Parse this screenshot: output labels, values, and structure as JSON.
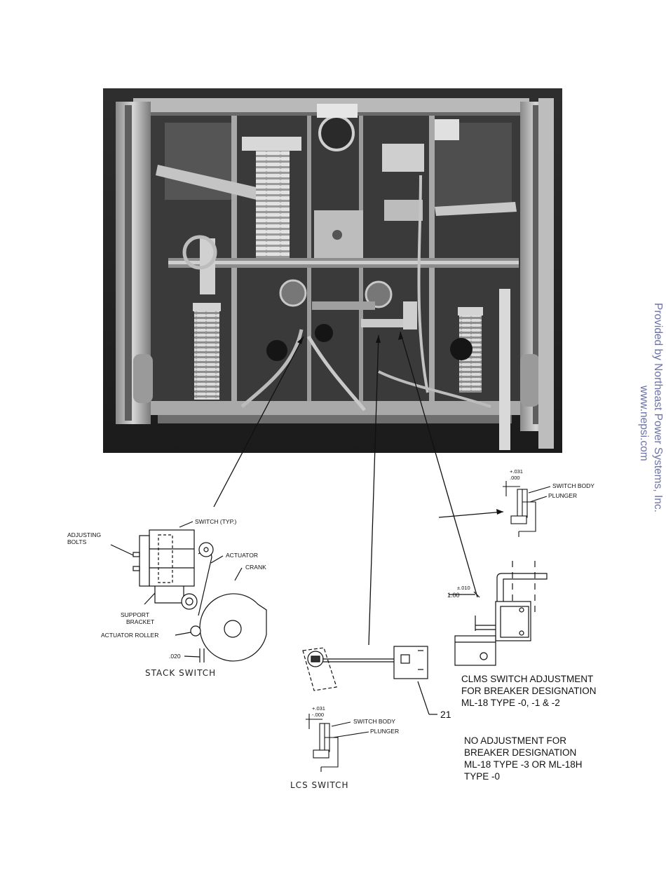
{
  "stack_switch": {
    "title": "STACK SWITCH",
    "labels": {
      "switch": "SWITCH (TYP.)",
      "adjusting_bolts_1": "ADJUSTING",
      "adjusting_bolts_2": "BOLTS",
      "actuator": "ACTUATOR",
      "crank": "CRANK",
      "support_bracket_1": "SUPPORT",
      "support_bracket_2": "BRACKET",
      "actuator_roller": "ACTUATOR ROLLER",
      "gap": ".020"
    }
  },
  "lcs_switch": {
    "title": "LCS SWITCH",
    "callout": "21",
    "tol_plus": "+.031",
    "tol_minus": "-.000",
    "switch_body": "SWITCH BODY",
    "plunger": "PLUNGER"
  },
  "top_right_detail": {
    "tol_plus": "+.031",
    "tol_minus": ".000",
    "switch_body": "SWITCH BODY",
    "plunger": "PLUNGER"
  },
  "clms": {
    "dim_value": "1.00",
    "dim_tol": "±.010",
    "note_1": "CLMS SWITCH ADJUSTMENT",
    "note_2": "FOR BREAKER DESIGNATION",
    "note_3": "ML-18 TYPE -0, -1 & -2",
    "no_adj_1": "NO ADJUSTMENT FOR",
    "no_adj_2": "BREAKER DESIGNATION",
    "no_adj_3": "ML-18 TYPE -3 OR ML-18H",
    "no_adj_4": "TYPE -0"
  },
  "credit": {
    "line_1": "Provided by Northeast Power Systems, Inc.",
    "line_2": "www.nepsi.com"
  }
}
